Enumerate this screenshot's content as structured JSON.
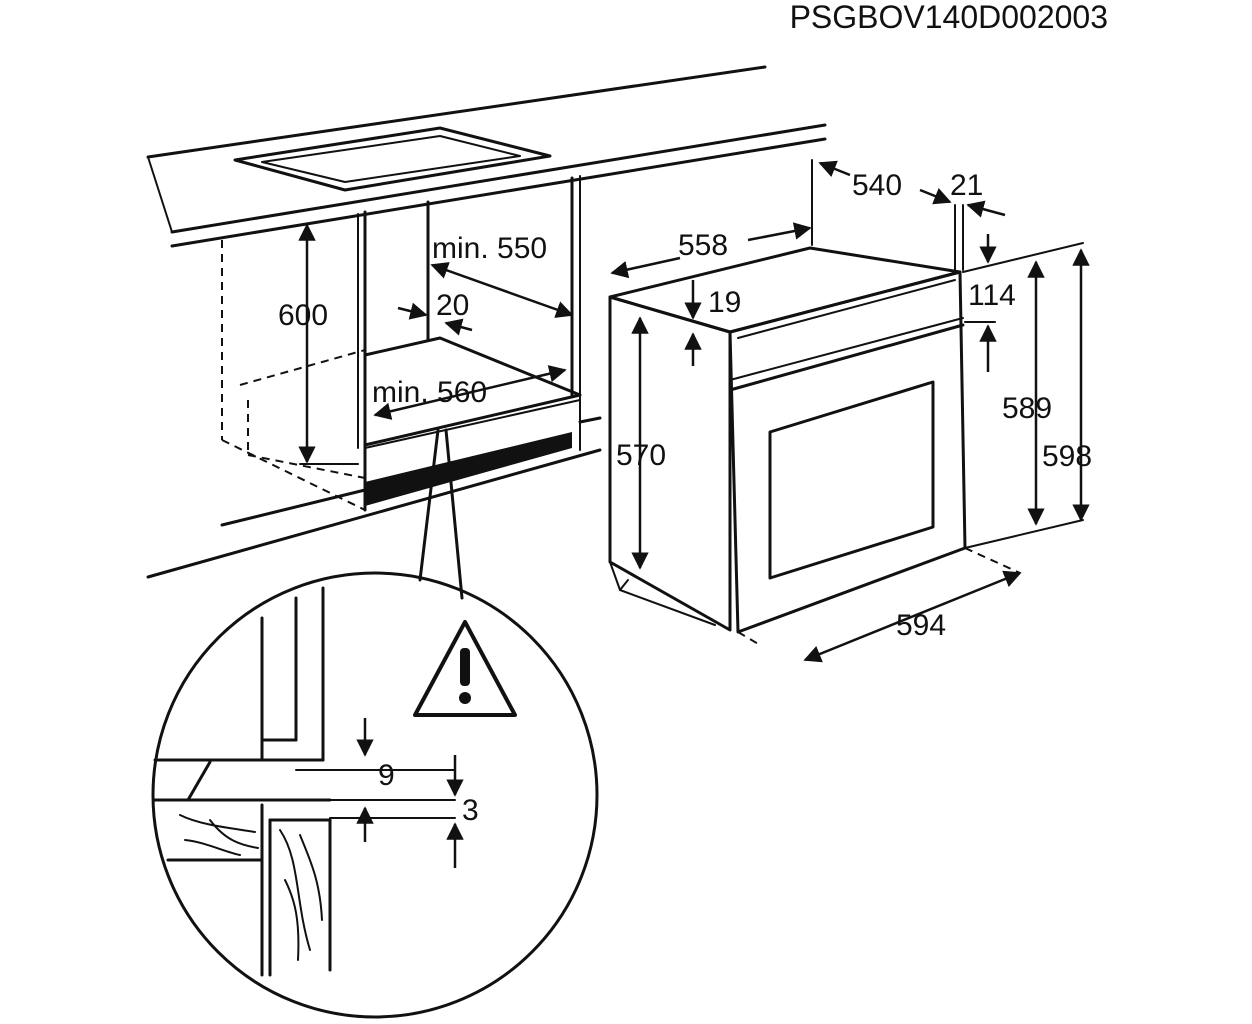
{
  "document_code": "PSGBOV140D002003",
  "dimensions": {
    "cabinet_height": "600",
    "niche_depth": "min. 550",
    "niche_width": "min. 560",
    "top_gap": "20",
    "oven_depth_total": "558",
    "oven_depth_body": "540",
    "front_panel_thickness": "21",
    "top_offset": "19",
    "control_panel_height": "114",
    "body_height": "570",
    "front_height_inner": "589",
    "front_height_total": "598",
    "front_width": "594",
    "detail_gap_top": "9",
    "detail_gap_bottom": "3"
  },
  "icons": {
    "warning": "warning-triangle-icon"
  }
}
